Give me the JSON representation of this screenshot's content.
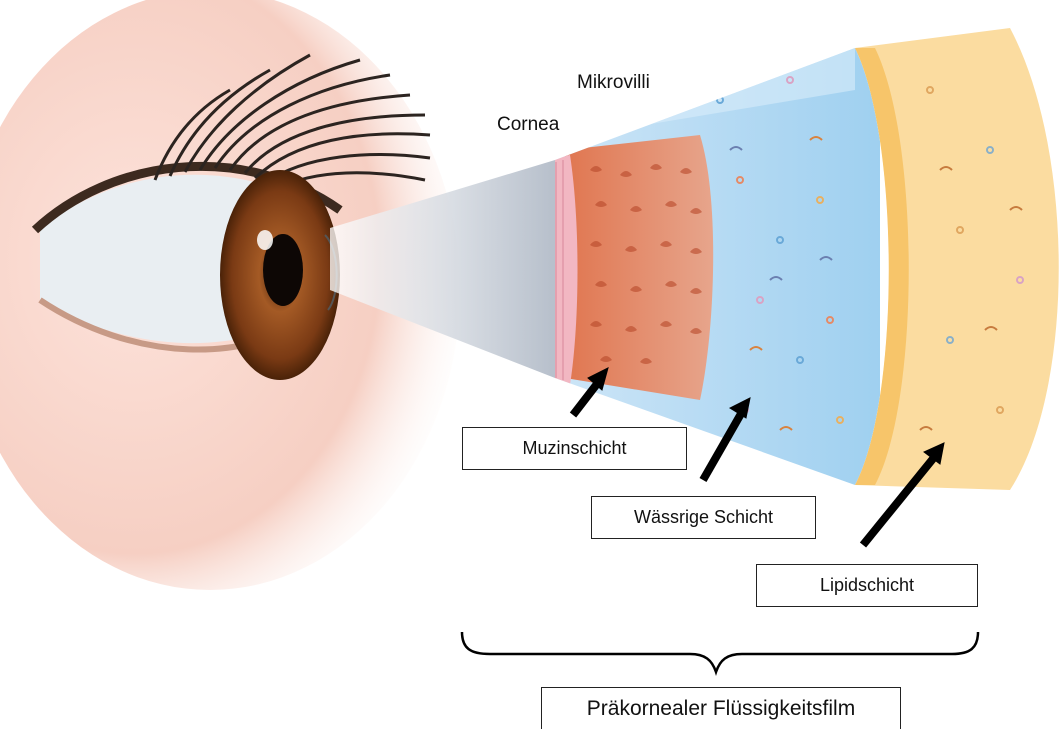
{
  "labels": {
    "mikrovilli": "Mikrovilli",
    "cornea": "Cornea",
    "muzinschicht": "Muzinschicht",
    "waessrige_schicht": "Wässrige Schicht",
    "lipidschicht": "Lipidschicht",
    "film": "Präkornealer Flüssigkeitsfilm"
  },
  "colors": {
    "skin": "#f6d3c9",
    "iris": "#8a4a1f",
    "mucin": "#e58a66",
    "aqueous": "#b6dcf4",
    "lipid": "#fbdca0",
    "lipid_edge": "#f7c56a"
  }
}
